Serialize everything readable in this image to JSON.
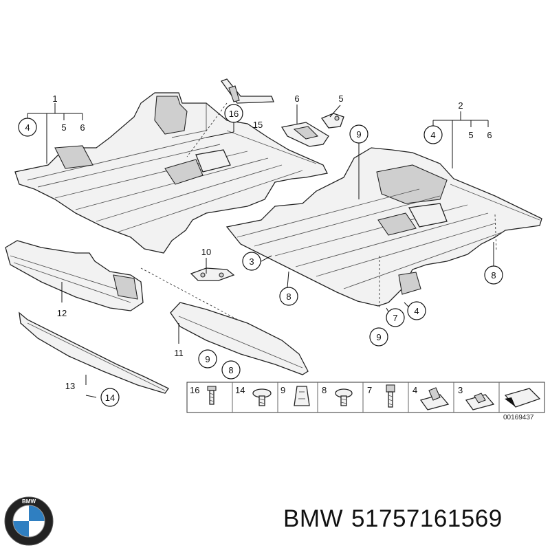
{
  "diagram": {
    "callouts": {
      "c1": "1",
      "c4a": "4",
      "c5a": "5",
      "c6a": "6",
      "c16": "16",
      "c15": "15",
      "c6b": "6",
      "c5b": "5",
      "c2": "2",
      "c4b": "4",
      "c5c": "5",
      "c6c": "6",
      "c9a": "9",
      "c10": "10",
      "c3": "3",
      "c8a": "8",
      "c8b": "8",
      "c4c": "4",
      "c7": "7",
      "c9b": "9",
      "c12": "12",
      "c11": "11",
      "c9c": "9",
      "c8c": "8",
      "c13": "13",
      "c14": "14"
    },
    "hardware_strip": {
      "labels": [
        "16",
        "14",
        "9",
        "8",
        "7",
        "4",
        "3"
      ],
      "ref_code": "00169437"
    }
  },
  "brand": {
    "logo_letters": "BMW",
    "name": "BMW",
    "part_number": "51757161569"
  },
  "colors": {
    "logo_blue": "#2f7fc1",
    "logo_ring": "#222222"
  }
}
